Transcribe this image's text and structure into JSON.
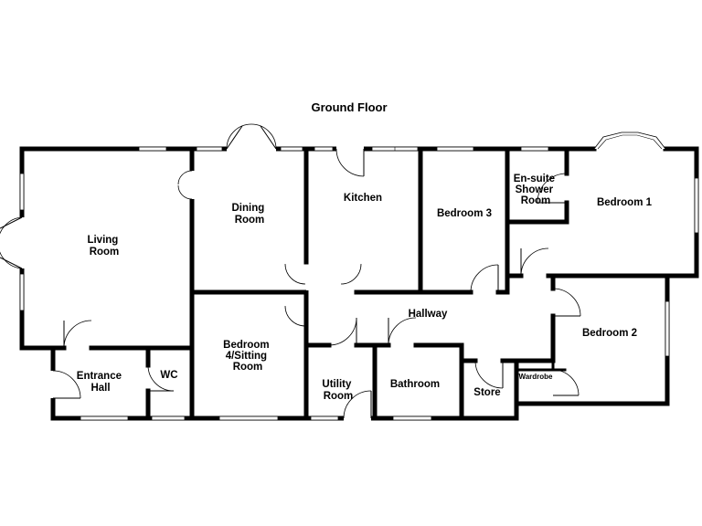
{
  "floor_title": "Ground Floor",
  "rooms": {
    "living_room": [
      "Living",
      "Room"
    ],
    "dining_room": [
      "Dining",
      "Room"
    ],
    "kitchen": [
      "Kitchen"
    ],
    "bedroom_3": [
      "Bedroom 3"
    ],
    "ensuite": [
      "En-suite",
      "Shower",
      "Room"
    ],
    "bedroom_1": [
      "Bedroom 1"
    ],
    "entrance_hall": [
      "Entrance",
      "Hall"
    ],
    "wc": [
      "WC"
    ],
    "bedroom_4": [
      "Bedroom",
      "4/Sitting",
      "Room"
    ],
    "hallway": [
      "Hallway"
    ],
    "utility_room": [
      "Utility",
      "Room"
    ],
    "bathroom": [
      "Bathroom"
    ],
    "store": [
      "Store"
    ],
    "bedroom_2": [
      "Bedroom 2"
    ],
    "wardrobe": [
      "Wardrobe"
    ]
  }
}
